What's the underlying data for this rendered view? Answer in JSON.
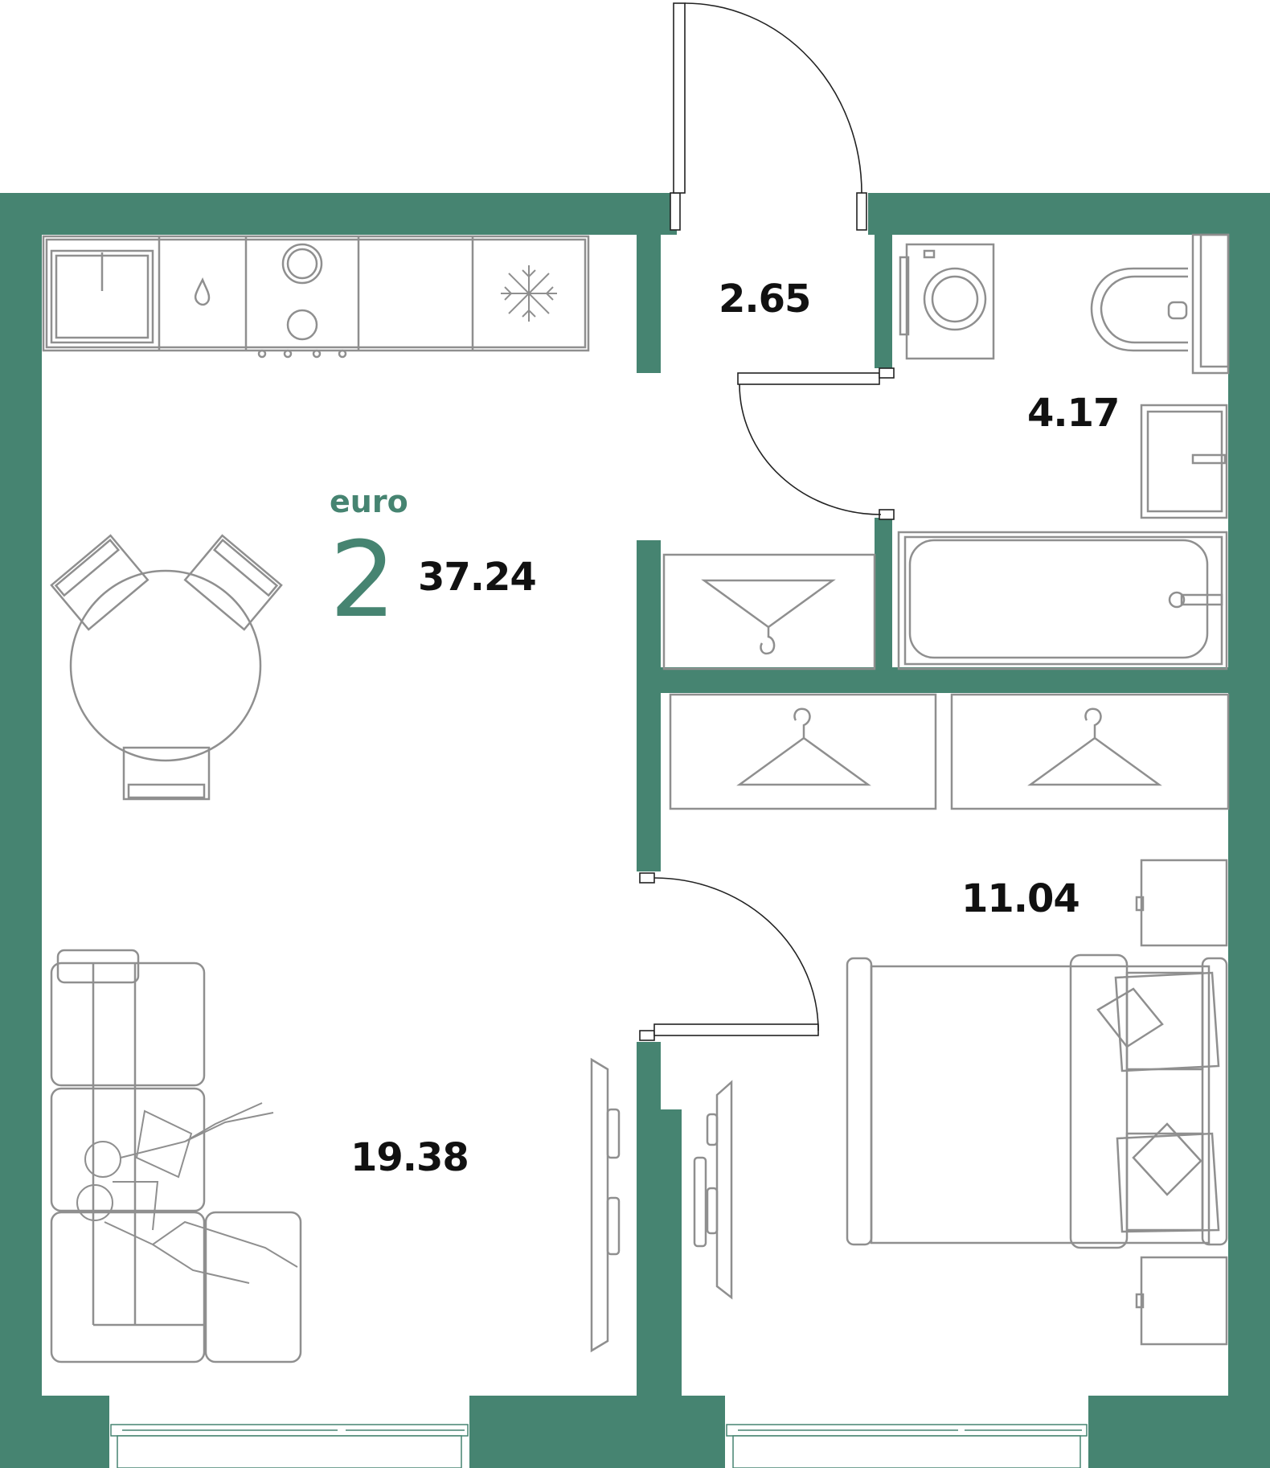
{
  "plan": {
    "type_label": "euro",
    "room_count": "2",
    "total_area": "37.24",
    "accent_color": "#468471",
    "furniture_color": "#8f8f8f",
    "rooms": [
      {
        "id": "hallway",
        "area": "2.65"
      },
      {
        "id": "bathroom",
        "area": "4.17"
      },
      {
        "id": "bedroom",
        "area": "11.04"
      },
      {
        "id": "living-kitchen",
        "area": "19.38"
      }
    ],
    "icons": [
      "sink-icon",
      "faucet-drop-icon",
      "stove-icon",
      "snowflake-icon",
      "washing-machine-icon",
      "toilet-icon",
      "washbasin-icon",
      "bathtub-icon",
      "hanger-icon",
      "dining-table-icon",
      "sofa-icon",
      "people-icon",
      "tv-icon",
      "bed-icon",
      "pillow-icon",
      "nightstand-icon",
      "window-icon",
      "door-icon"
    ]
  }
}
